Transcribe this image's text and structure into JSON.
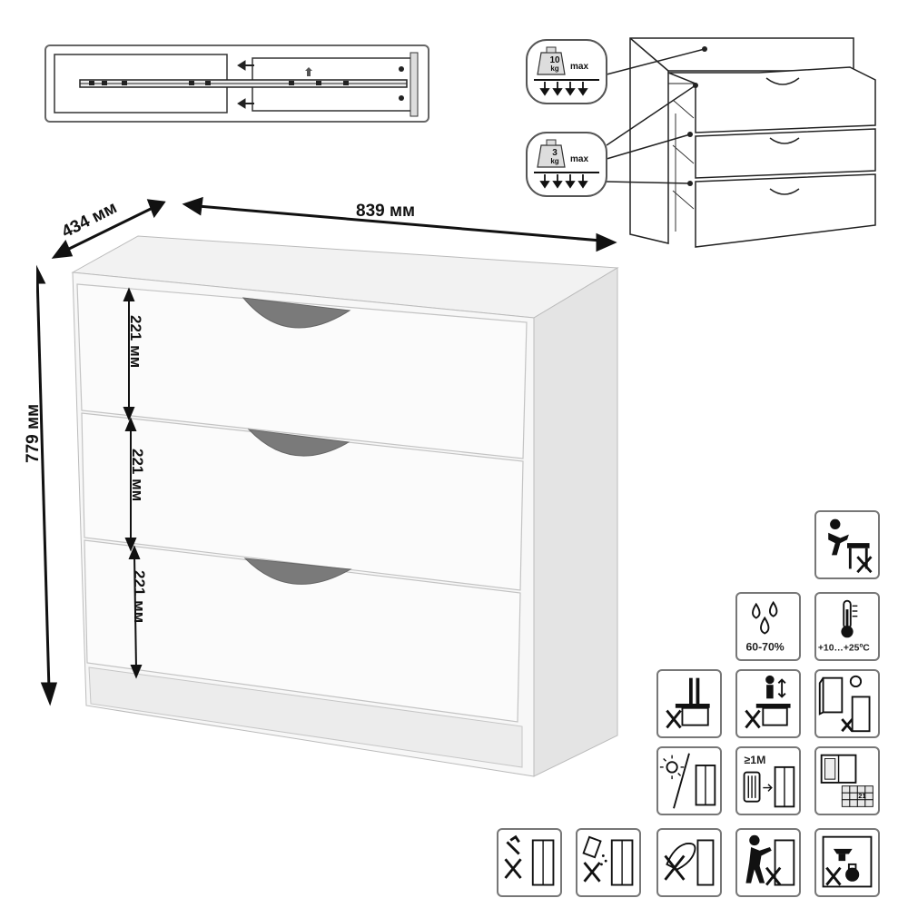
{
  "dimensions": {
    "depth": "434 мм",
    "width": "839 мм",
    "height": "779 мм",
    "drawer_heights": [
      "221 мм",
      "221 мм",
      "221 мм"
    ]
  },
  "load_limits": {
    "top": {
      "weight": "10",
      "unit": "kg",
      "suffix": "max"
    },
    "drawer": {
      "weight": "3",
      "unit": "kg",
      "suffix": "max"
    }
  },
  "care_icons": {
    "humidity": "60-70%",
    "temperature": "+10…+25ºC",
    "distance": "≥1M",
    "tile_number": "21"
  },
  "colors": {
    "line": "#1a1a1a",
    "furniture": "#ffffff",
    "shade": "#e9e9e9",
    "icon_border": "#777777"
  }
}
